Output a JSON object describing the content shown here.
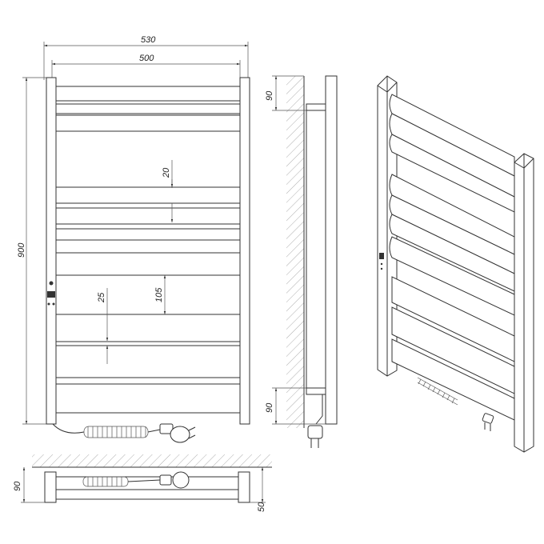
{
  "dimensions": {
    "total_width": "530",
    "inner_width": "500",
    "height": "900",
    "bar_gap": "20",
    "bar_height": "25",
    "group_gap": "105",
    "top_offset": "90",
    "bottom_offset": "90",
    "depth": "90",
    "wall_offset": "50"
  },
  "colors": {
    "line": "#333333",
    "hatch": "#777777",
    "background": "#ffffff"
  },
  "icons": [
    "plug-icon",
    "coiled-cable-icon",
    "control-panel-icon"
  ]
}
